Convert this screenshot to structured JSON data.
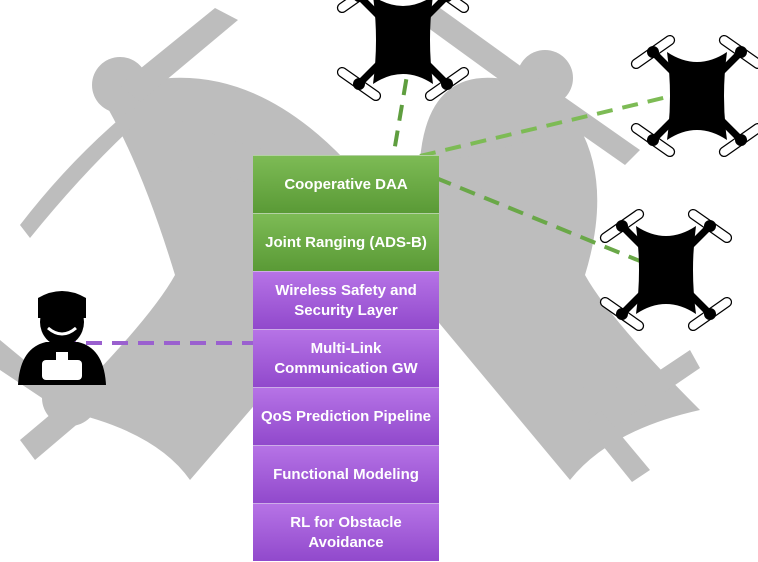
{
  "layers": [
    {
      "label": "Cooperative DAA",
      "color": "green"
    },
    {
      "label": "Joint Ranging (ADS-B)",
      "color": "green"
    },
    {
      "label": "Wireless Safety and Security Layer",
      "color": "purple"
    },
    {
      "label": "Multi-Link Communication GW",
      "color": "purple"
    },
    {
      "label": "QoS Prediction Pipeline",
      "color": "purple"
    },
    {
      "label": "Functional Modeling",
      "color": "purple"
    },
    {
      "label": "RL for Obstacle Avoidance",
      "color": "purple"
    }
  ],
  "icons": {
    "background": "drone-frame-icon",
    "peers": [
      "drone-icon",
      "drone-icon",
      "drone-icon"
    ],
    "operator": "pilot-icon"
  },
  "colors": {
    "frame": "#bdbdbd",
    "green_link": "#5f9e3f",
    "purple_link": "#9a60cf",
    "drone": "#000000"
  }
}
